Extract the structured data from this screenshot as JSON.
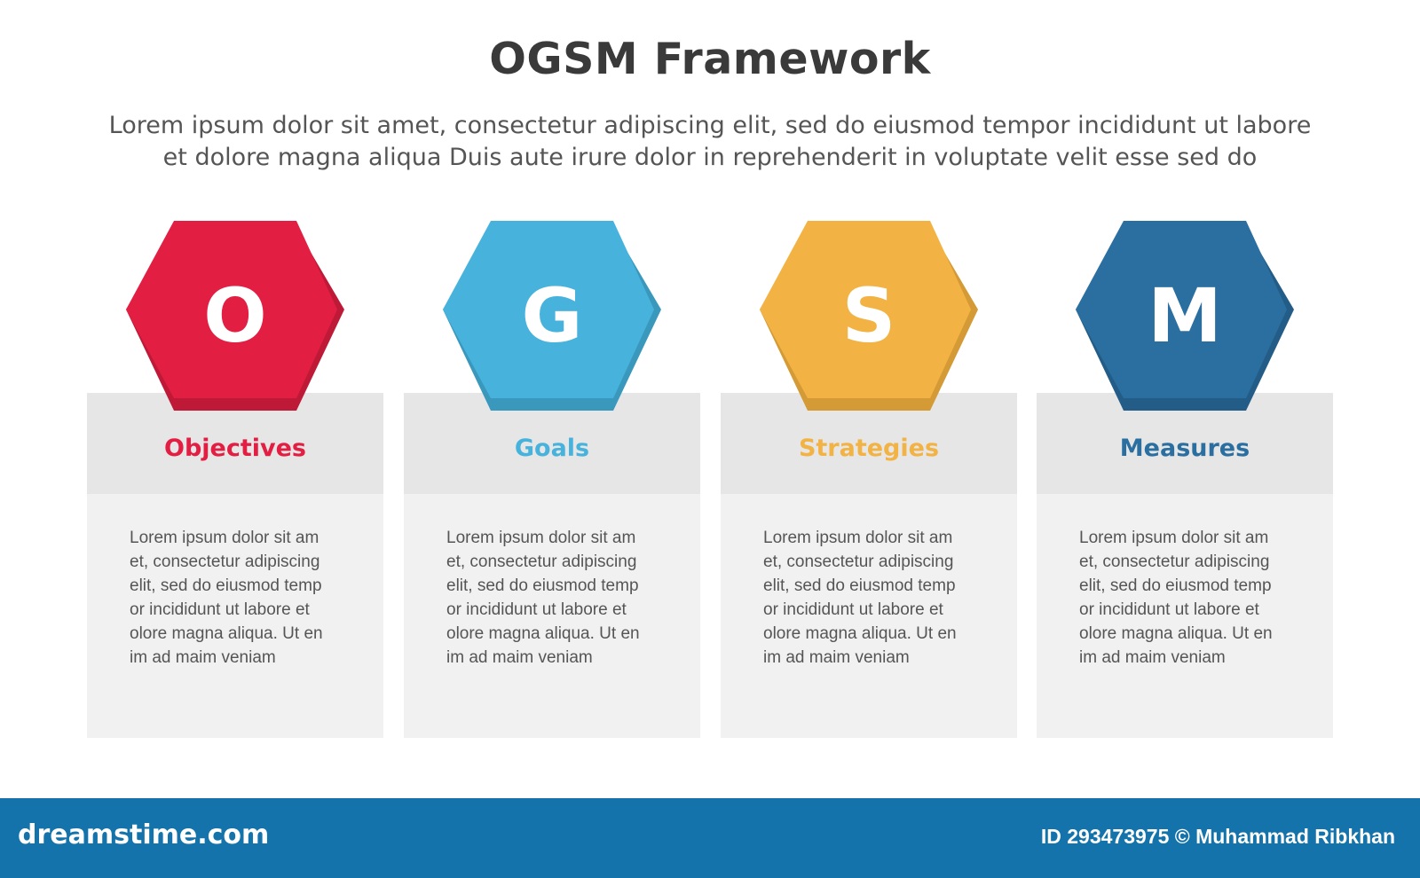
{
  "title": "OGSM Framework",
  "subtitle": [
    "Lorem ipsum dolor sit amet, consectetur adipiscing elit, sed do eiusmod tempor incididunt ut labore",
    "et dolore magna aliqua Duis aute irure dolor in reprehenderit in voluptate velit esse sed do"
  ],
  "columns": [
    {
      "letter": "O",
      "label": "Objectives",
      "color": "#e31e43",
      "shade": "#be1a38",
      "description": [
        "Lorem ipsum dolor sit am",
        "et, consectetur adipiscing",
        "elit, sed do eiusmod temp",
        "or incididunt ut labore et",
        "olore magna aliqua. Ut en",
        "im ad maim veniam"
      ]
    },
    {
      "letter": "G",
      "label": "Goals",
      "color": "#47b3dc",
      "shade": "#3a98bd",
      "description": [
        "Lorem ipsum dolor sit am",
        "et, consectetur adipiscing",
        "elit, sed do eiusmod temp",
        "or incididunt ut labore et",
        "olore magna aliqua. Ut en",
        "im ad maim veniam"
      ]
    },
    {
      "letter": "S",
      "label": "Strategies",
      "color": "#f2b344",
      "shade": "#d49a35",
      "description": [
        "Lorem ipsum dolor sit am",
        "et, consectetur adipiscing",
        "elit, sed do eiusmod temp",
        "or incididunt ut labore et",
        "olore magna aliqua. Ut en",
        "im ad maim veniam"
      ]
    },
    {
      "letter": "M",
      "label": "Measures",
      "color": "#2b6fa0",
      "shade": "#235d87",
      "description": [
        "Lorem ipsum dolor sit am",
        "et, consectetur adipiscing",
        "elit, sed do eiusmod temp",
        "or incididunt ut labore et",
        "olore magna aliqua. Ut en",
        "im ad maim veniam"
      ]
    }
  ],
  "footer": {
    "brand": "dreamstime.com",
    "id_text": "ID 293473975 © Muhammad Ribkhan",
    "color": "#1473aa"
  }
}
